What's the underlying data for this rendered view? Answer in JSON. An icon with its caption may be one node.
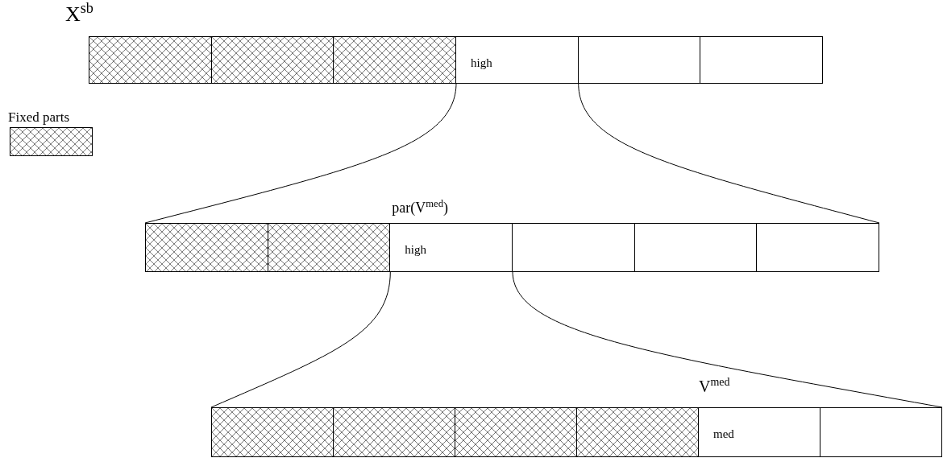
{
  "diagram": {
    "nodes": [
      {
        "text": [
          "X$^{sb}$"
        ]
      },
      {
        "text": [],
        "shape": "box",
        "in": 0
      },
      {
        "text": [],
        "shape": "box",
        "in": 0
      },
      {
        "text": [],
        "shape": "box",
        "in": 0
      },
      {
        "text": [
          "high"
        ],
        "in": 0
      },
      {
        "text": [],
        "shape": "box",
        "in": 0
      },
      {
        "text": [],
        "shape": "box",
        "in": 0
      },
      {
        "text": [],
        "shape": "bar"
      },
      {
        "text": [],
        "shape": "box",
        "in": 7
      },
      {
        "text": [],
        "shape": "box",
        "in": 7
      },
      {
        "text": [
          "par(V$^{med}$)",
          "high"
        ],
        "in": 7
      },
      {
        "text": [],
        "shape": "box",
        "in": 7
      },
      {
        "text": [],
        "shape": "box",
        "in": 7
      },
      {
        "text": [],
        "shape": "box",
        "in": 7
      },
      {
        "text": [],
        "shape": "bar"
      },
      {
        "text": [],
        "shape": "box",
        "in": 14
      },
      {
        "text": [],
        "shape": "box",
        "in": 14
      },
      {
        "text": [],
        "shape": "box",
        "in": 14
      },
      {
        "text": [],
        "shape": "box",
        "in": 14
      },
      {
        "text": [
          "V$^{med}$",
          "med"
        ],
        "in": 14
      },
      {
        "text": [],
        "shape": "box",
        "in": 14
      }
    ],
    "edges": [
      {
        "from": 4,
        "to": 7,
        "arrow": "none"
      },
      {
        "from": 4,
        "to": 7,
        "arrow": "none"
      },
      {
        "from": 10,
        "to": 14,
        "arrow": "none"
      },
      {
        "from": 10,
        "to": 14,
        "arrow": "none"
      }
    ],
    "legend": [
      {
        "text": "Fixed parts"
      }
    ]
  }
}
